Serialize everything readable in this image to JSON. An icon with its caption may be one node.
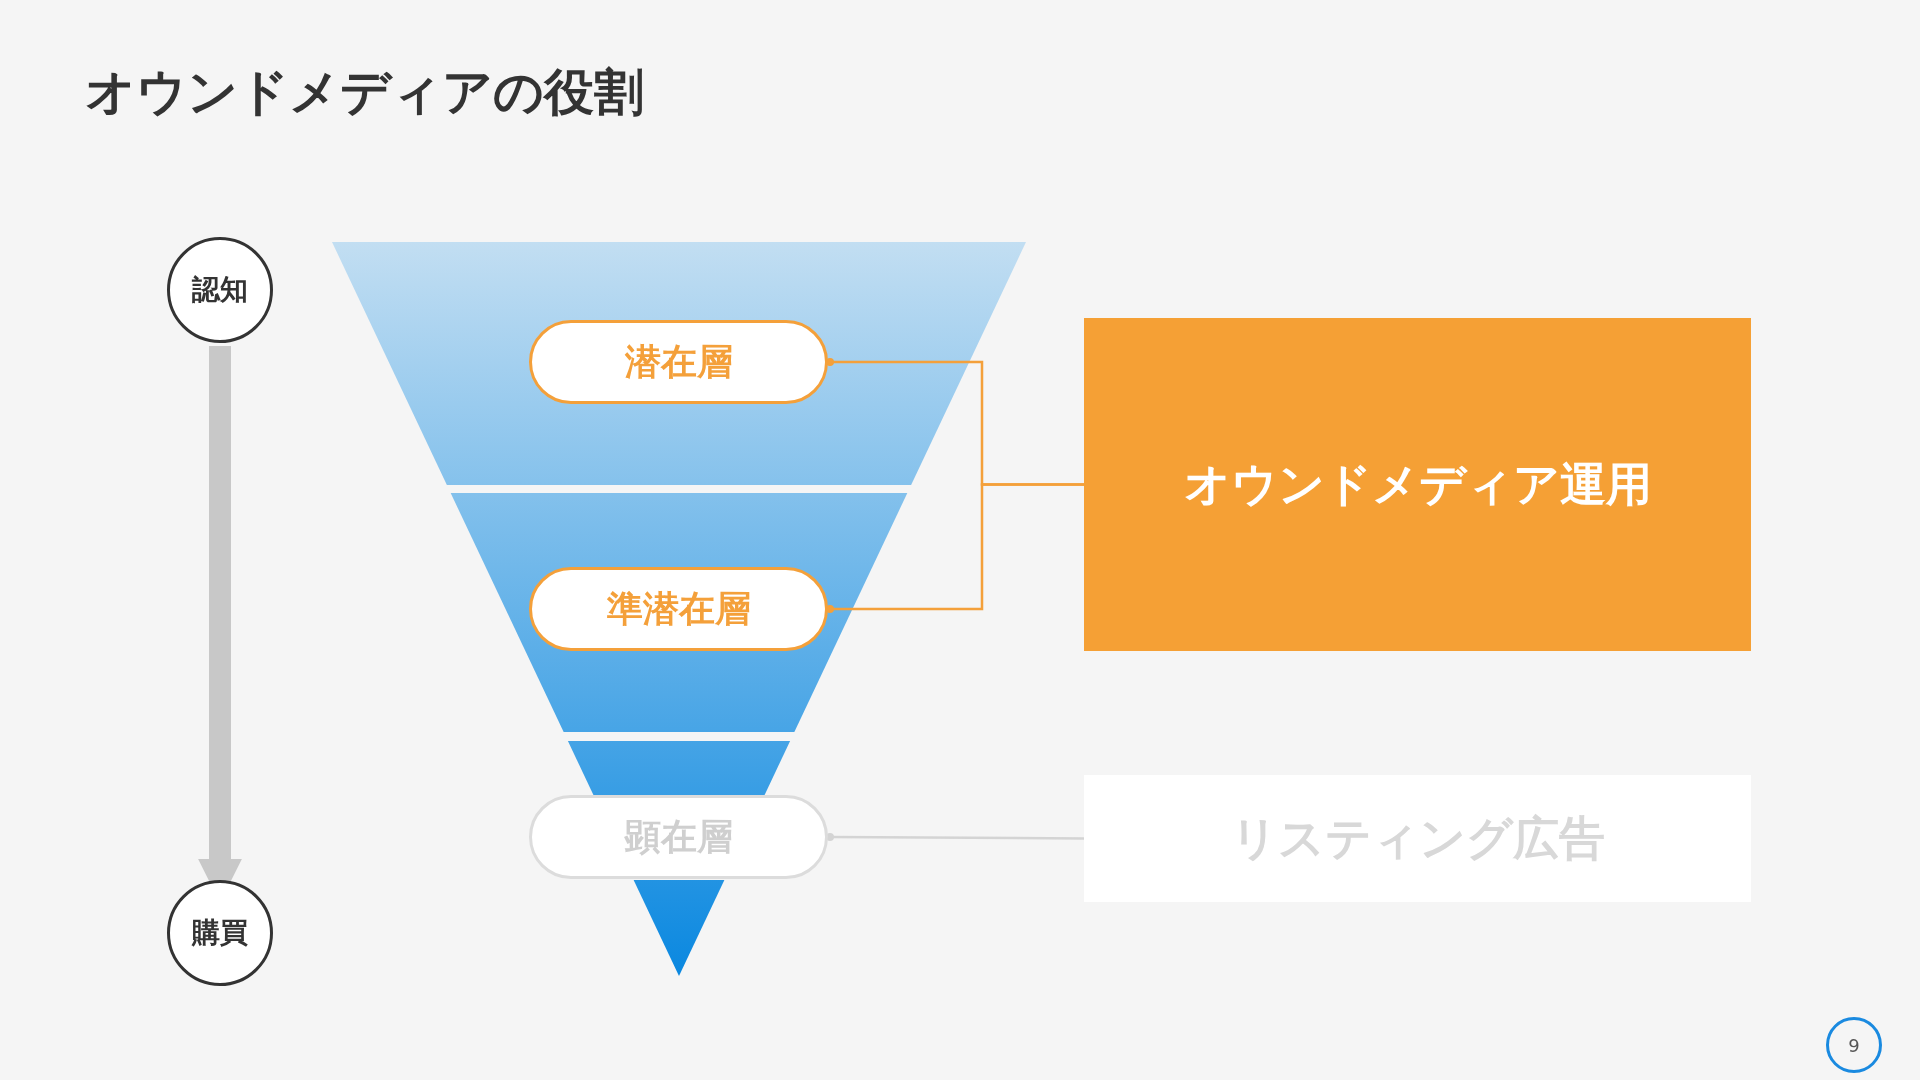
{
  "diagram": {
    "title": "オウンドメディアの役割",
    "nodes": [
      {
        "text": [
          "認知"
        ]
      },
      {
        "text": [
          "購買"
        ]
      },
      {
        "text": [
          "潜在層"
        ]
      },
      {
        "text": [
          "準潜在層"
        ]
      },
      {
        "text": [
          "顕在層"
        ]
      },
      {
        "text": [
          "オウンドメディア運用"
        ]
      },
      {
        "text": [
          "リスティング広告"
        ]
      }
    ],
    "edges": [
      {
        "from": 0,
        "to": 1,
        "arrow": "to",
        "style": "thick",
        "color": "#c8c8c8"
      },
      {
        "from": 2,
        "to": 5,
        "arrow": "other",
        "color": "#f4a03a"
      },
      {
        "from": 3,
        "to": 5,
        "arrow": "other",
        "color": "#f4a03a"
      },
      {
        "from": 4,
        "to": 6,
        "arrow": "other",
        "color": "#d4d4d4"
      }
    ],
    "labels": [
      "9"
    ]
  }
}
